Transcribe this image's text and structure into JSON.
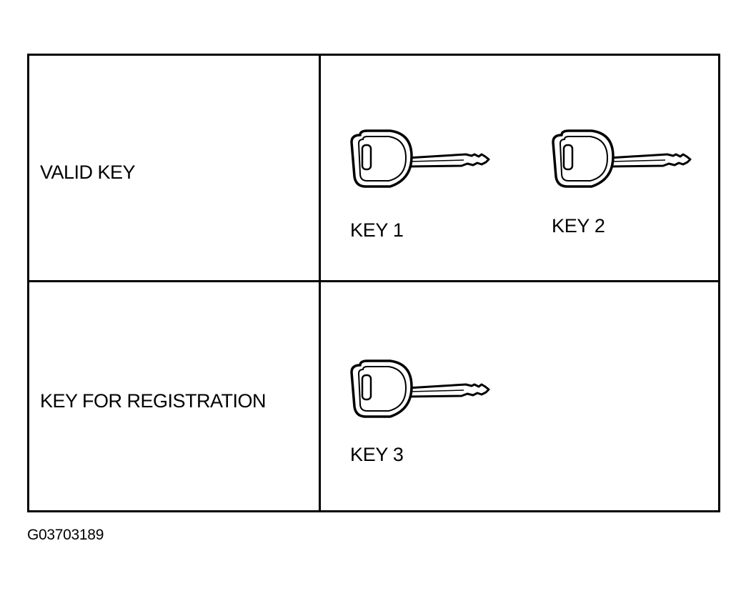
{
  "rows": [
    {
      "label": "VALID KEY",
      "keys": [
        {
          "name": "KEY 1",
          "icon": "key-icon"
        },
        {
          "name": "KEY 2",
          "icon": "key-icon"
        }
      ]
    },
    {
      "label": "KEY FOR REGISTRATION",
      "keys": [
        {
          "name": "KEY 3",
          "icon": "key-icon"
        }
      ]
    }
  ],
  "figure_id": "G03703189"
}
